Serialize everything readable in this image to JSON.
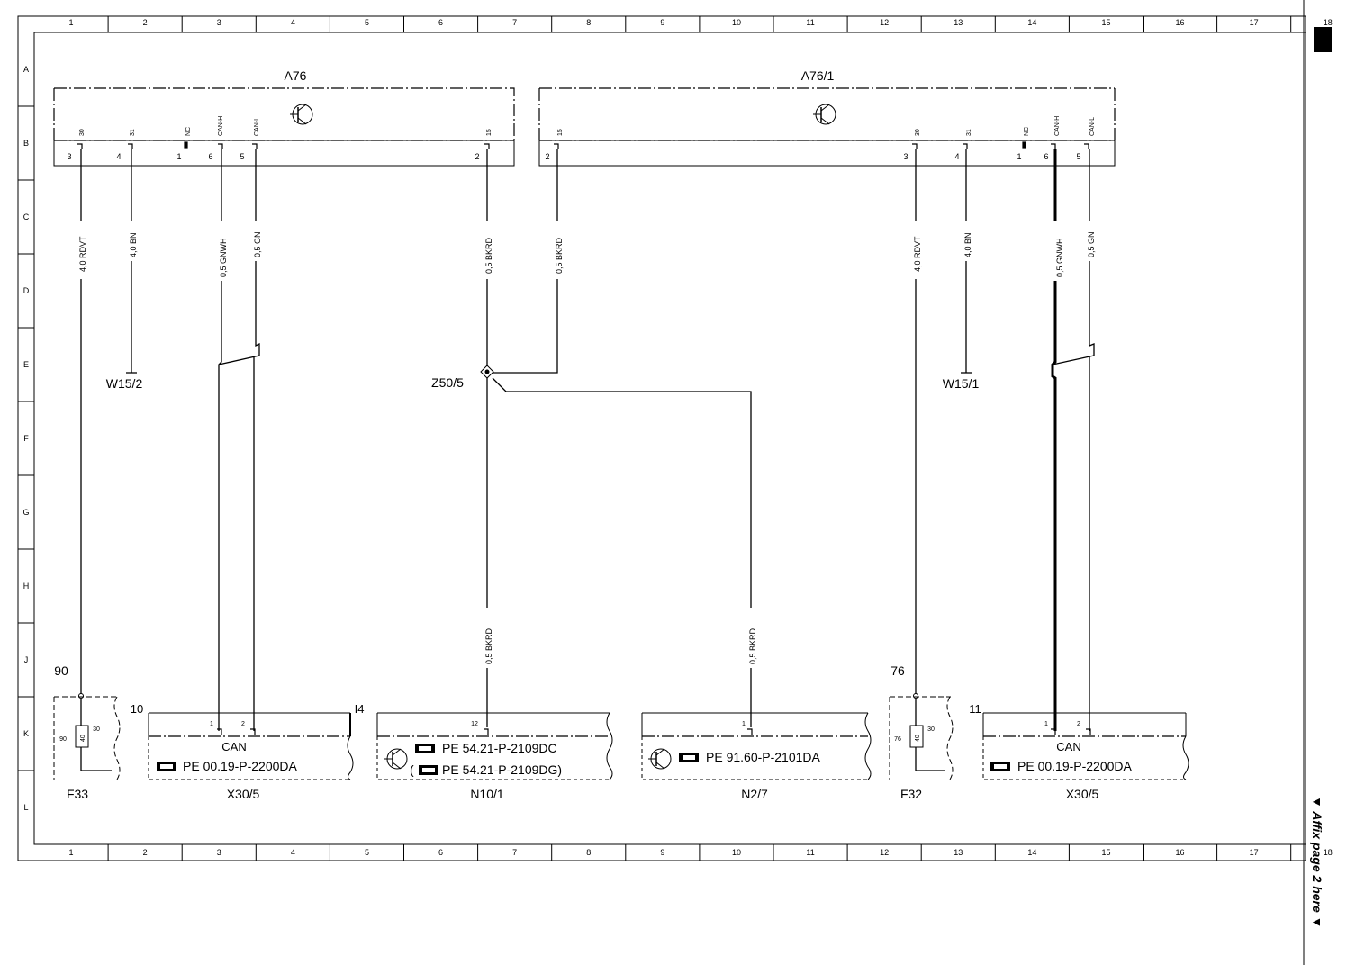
{
  "grid": {
    "columns": [
      "1",
      "2",
      "3",
      "4",
      "5",
      "6",
      "7",
      "8",
      "9",
      "10",
      "11",
      "12",
      "13",
      "14",
      "15",
      "16",
      "17",
      "18"
    ],
    "rows": [
      "A",
      "B",
      "C",
      "D",
      "E",
      "F",
      "G",
      "H",
      "J",
      "K",
      "L"
    ]
  },
  "components": {
    "a76": {
      "label": "A76"
    },
    "a76_1": {
      "label": "A76/1"
    },
    "w15_2": {
      "label": "W15/2"
    },
    "w15_1": {
      "label": "W15/1"
    },
    "z50_5": {
      "label": "Z50/5"
    },
    "f33": {
      "label": "F33",
      "node": "90",
      "pin_a": "90",
      "pin_b": "30",
      "fuse": "40"
    },
    "f32": {
      "label": "F32",
      "node": "76",
      "pin_a": "76",
      "pin_b": "30",
      "fuse": "40"
    },
    "x30_5_left": {
      "label": "X30/5",
      "node": "10",
      "corner": "I4",
      "pin1": "1",
      "pin2": "2",
      "bus": "CAN",
      "ref": "PE 00.19-P-2200DA"
    },
    "n10_1": {
      "label": "N10/1",
      "pin": "12",
      "ref1": "PE 54.21-P-2109DC",
      "ref2_open": "(",
      "ref2": "PE 54.21-P-2109DG)"
    },
    "n2_7": {
      "label": "N2/7",
      "pin": "1",
      "ref": "PE 91.60-P-2101DA"
    },
    "x30_5_right": {
      "label": "X30/5",
      "node": "11",
      "pin1": "1",
      "pin2": "2",
      "bus": "CAN",
      "ref": "PE 00.19-P-2200DA"
    }
  },
  "a76_pins": {
    "names": [
      "30",
      "31",
      "NC",
      "CAN-H",
      "CAN-L",
      "15"
    ],
    "numbers": [
      "3",
      "4",
      "1",
      "6",
      "5",
      "2"
    ]
  },
  "a76_1_pins": {
    "names": [
      "15",
      "30",
      "31",
      "NC",
      "CAN-H",
      "CAN-L"
    ],
    "numbers": [
      "2",
      "3",
      "4",
      "1",
      "6",
      "5"
    ]
  },
  "wires": {
    "w1": "4,0 RDVT",
    "w2": "4,0 BN",
    "w3": "0,5 GNWH",
    "w4": "0,5 GN",
    "w5": "0,5 BKRD",
    "w6": "0,5 BKRD",
    "w7": "4,0 RDVT",
    "w8": "4,0 BN",
    "w9": "0,5 GNWH",
    "w10": "0,5 GN",
    "w11": "0,5 BKRD",
    "w12": "0,5 BKRD"
  },
  "side_note": "▼ Affix page 2 here ▼",
  "colors": {
    "line": "#000000",
    "background": "#ffffff"
  }
}
